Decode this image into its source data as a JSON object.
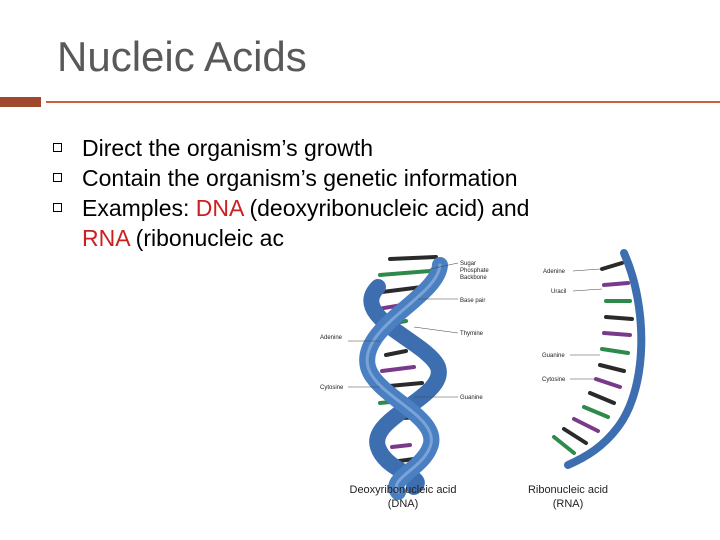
{
  "slide": {
    "title": "Nucleic Acids",
    "bullets": [
      "Direct the organism’s growth",
      "Contain the organism’s genetic information",
      "Examples:  "
    ],
    "example_dna_term": "DNA",
    "example_dna_rest": " (deoxyribonucleic acid) and",
    "example_rna_term": "RNA",
    "example_rna_rest": " (ribonucleic ac"
  },
  "figure": {
    "dna_labels": {
      "sugar": "Sugar",
      "phosphate": "Phosphate",
      "backbone": "Backbone",
      "base_pair": "Base pair",
      "adenine": "Adenine",
      "thymine": "Thymine",
      "cytosine": "Cytosine",
      "guanine": "Guanine"
    },
    "rna_labels": {
      "adenine": "Adenine",
      "uracil": "Uracil",
      "guanine": "Guanine",
      "cytosine": "Cytosine"
    },
    "dna_caption_line1": "Deoxyribonucleic acid",
    "dna_caption_line2": "(DNA)",
    "rna_caption_line1": "Ribonucleic acid",
    "rna_caption_line2": "(RNA)"
  },
  "colors": {
    "title_text": "#595959",
    "accent": "#a0472c",
    "rule_line": "#c9613d",
    "highlight_text": "#cc1f1f",
    "backbone": "#3d6fb0"
  }
}
